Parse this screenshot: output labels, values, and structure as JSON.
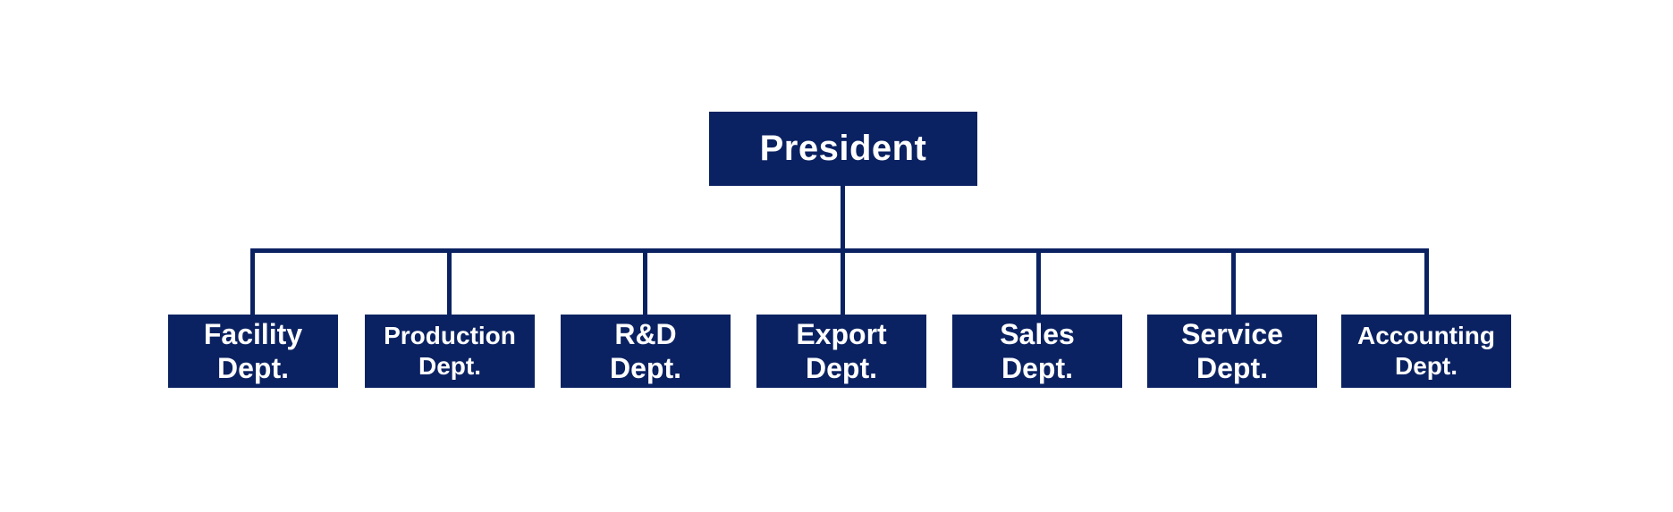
{
  "org_chart": {
    "colors": {
      "box": "#0b2262",
      "text": "#ffffff",
      "connector": "#0b2262",
      "background": "#ffffff"
    },
    "root": {
      "label": "President"
    },
    "departments": [
      {
        "name": "Facility",
        "suffix": "Dept."
      },
      {
        "name": "Production",
        "suffix": "Dept."
      },
      {
        "name": "R&D",
        "suffix": "Dept."
      },
      {
        "name": "Export",
        "suffix": "Dept."
      },
      {
        "name": "Sales",
        "suffix": "Dept."
      },
      {
        "name": "Service",
        "suffix": "Dept."
      },
      {
        "name": "Accounting",
        "suffix": "Dept."
      }
    ]
  }
}
